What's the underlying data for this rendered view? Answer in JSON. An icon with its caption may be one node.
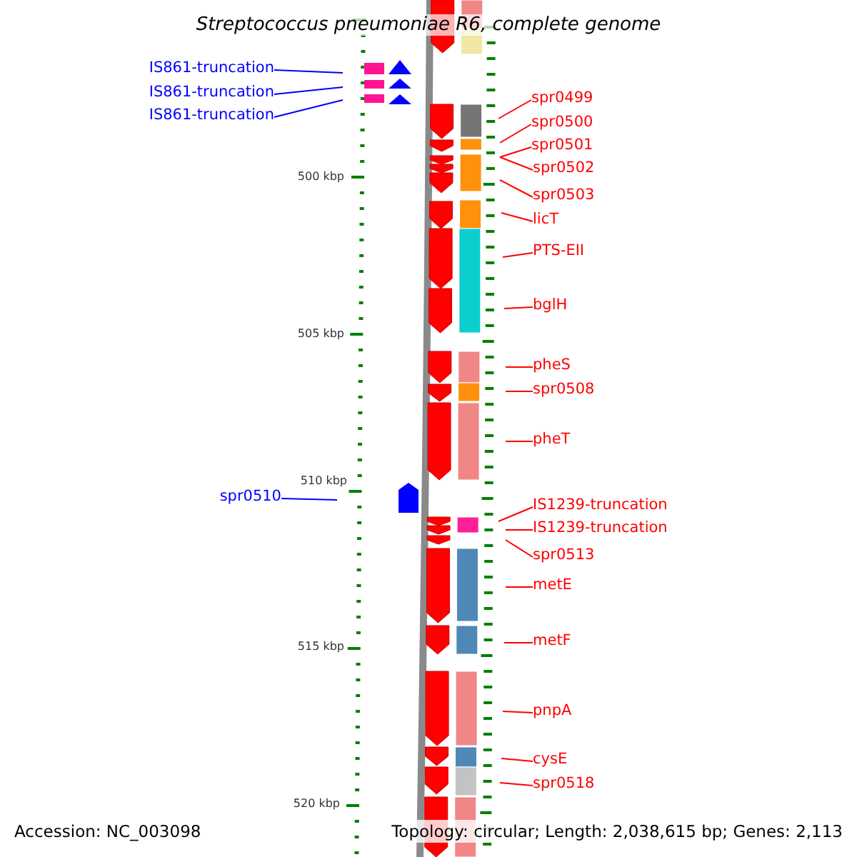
{
  "diagram": {
    "title": "Streptococcus pneumoniae R6, complete genome",
    "nodes": [
      {
        "text": [
          "IS861-truncation"
        ]
      },
      {
        "text": [
          "IS861-truncation"
        ]
      },
      {
        "text": [
          "IS861-truncation"
        ]
      },
      {
        "text": [
          "spr0499"
        ]
      },
      {
        "text": [
          "spr0500"
        ]
      },
      {
        "text": [
          "spr0501"
        ]
      },
      {
        "text": [
          "spr0502"
        ]
      },
      {
        "text": [
          "spr0503"
        ]
      },
      {
        "text": [
          "licT"
        ]
      },
      {
        "text": [
          "PTS-EII"
        ]
      },
      {
        "text": [
          "bglH"
        ]
      },
      {
        "text": [
          "pheS"
        ]
      },
      {
        "text": [
          "spr0508"
        ]
      },
      {
        "text": [
          "pheT"
        ]
      },
      {
        "text": [
          "spr0510"
        ]
      },
      {
        "text": [
          "IS1239-truncation"
        ]
      },
      {
        "text": [
          "IS1239-truncation"
        ]
      },
      {
        "text": [
          "spr0513"
        ]
      },
      {
        "text": [
          "metE"
        ]
      },
      {
        "text": [
          "metF"
        ]
      },
      {
        "text": [
          "pnpA"
        ]
      },
      {
        "text": [
          "cysE"
        ]
      },
      {
        "text": [
          "spr0518"
        ]
      }
    ],
    "edges": [
      {
        "from": 0,
        "to": null,
        "arrow": "none",
        "color": "#0000ff"
      },
      {
        "from": 1,
        "to": null,
        "arrow": "none",
        "color": "#0000ff"
      },
      {
        "from": 2,
        "to": null,
        "arrow": "none",
        "color": "#0000ff"
      },
      {
        "from": 3,
        "to": null,
        "arrow": "none"
      },
      {
        "from": 4,
        "to": null,
        "arrow": "none"
      },
      {
        "from": 5,
        "to": null,
        "arrow": "none"
      },
      {
        "from": 6,
        "to": null,
        "arrow": "none"
      },
      {
        "from": 7,
        "to": null,
        "arrow": "none"
      },
      {
        "from": 8,
        "to": null,
        "arrow": "none"
      },
      {
        "from": 9,
        "to": null,
        "arrow": "none"
      },
      {
        "from": 10,
        "to": null,
        "arrow": "none"
      },
      {
        "from": 11,
        "to": null,
        "arrow": "none"
      },
      {
        "from": 12,
        "to": null,
        "arrow": "none"
      },
      {
        "from": 13,
        "to": null,
        "arrow": "none"
      },
      {
        "from": 14,
        "to": null,
        "arrow": "none",
        "color": "#0000ff"
      },
      {
        "from": 15,
        "to": null,
        "arrow": "none"
      },
      {
        "from": 16,
        "to": null,
        "arrow": "none"
      },
      {
        "from": 17,
        "to": null,
        "arrow": "none"
      },
      {
        "from": 18,
        "to": null,
        "arrow": "none"
      },
      {
        "from": 19,
        "to": null,
        "arrow": "none"
      },
      {
        "from": 20,
        "to": null,
        "arrow": "none"
      },
      {
        "from": 21,
        "to": null,
        "arrow": "none"
      },
      {
        "from": 22,
        "to": null,
        "arrow": "none"
      }
    ],
    "labels": [
      "500 kbp",
      "505 kbp",
      "510 kbp",
      "515 kbp",
      "520 kbp",
      "Accession: NC_003098",
      "Topology: circular; Length: 2,038,615 bp; Genes: 2,113"
    ]
  }
}
